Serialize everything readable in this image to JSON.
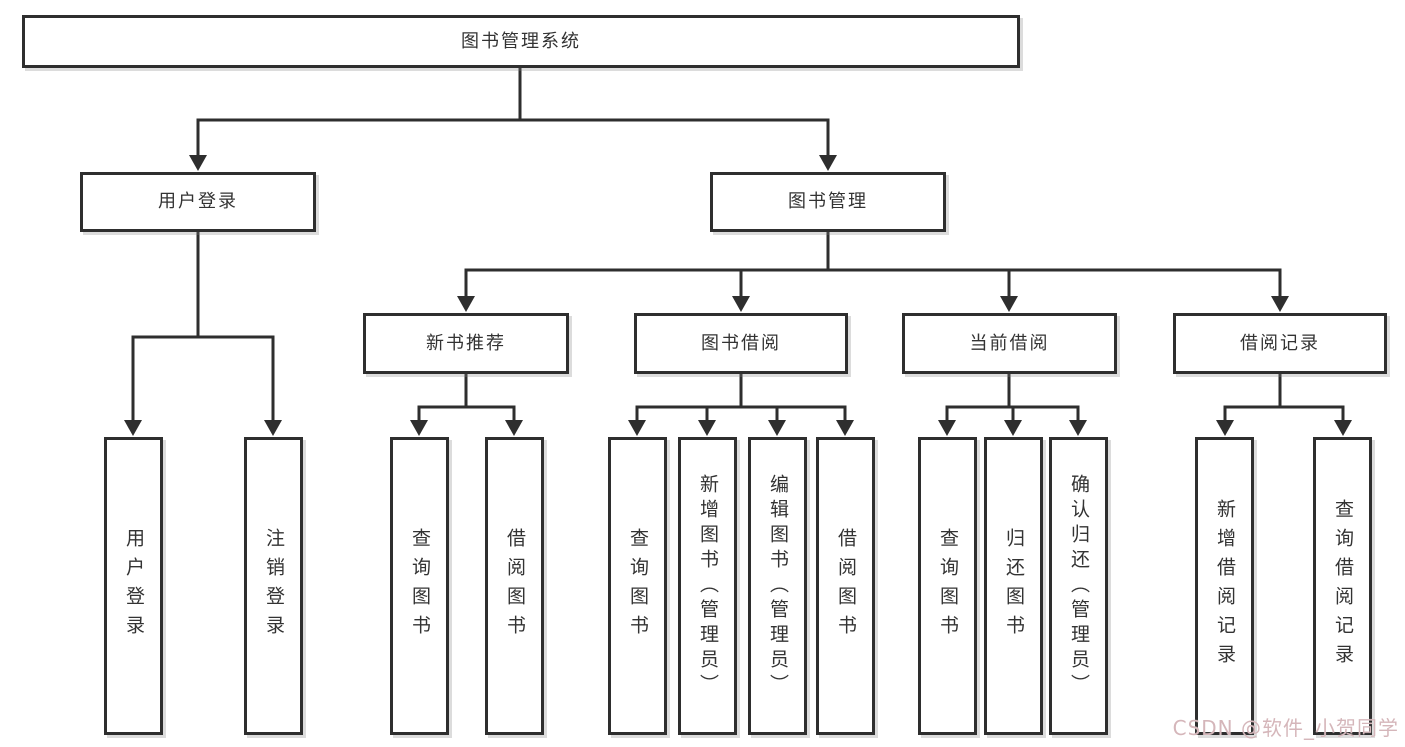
{
  "root": {
    "label": "图书管理系统"
  },
  "level2": {
    "user_login": {
      "label": "用户登录"
    },
    "book_mgmt": {
      "label": "图书管理"
    }
  },
  "level3": {
    "new_books": {
      "label": "新书推荐"
    },
    "book_borrow": {
      "label": "图书借阅"
    },
    "current_borrow": {
      "label": "当前借阅"
    },
    "borrow_records": {
      "label": "借阅记录"
    }
  },
  "leaves": {
    "user_login": [
      "用户登录",
      "注销登录"
    ],
    "new_books": [
      "查询图书",
      "借阅图书"
    ],
    "book_borrow": [
      "查询图书",
      "新增图书（管理员）",
      "编辑图书（管理员）",
      "借阅图书"
    ],
    "current_borrow": [
      "查询图书",
      "归还图书",
      "确认归还（管理员）"
    ],
    "borrow_records": [
      "新增借阅记录",
      "查询借阅记录"
    ]
  },
  "watermark": {
    "text": "CSDN @软件_小贺同学"
  },
  "colors": {
    "line": "#2e2e2e",
    "box_border": "#2e2e2e",
    "text": "#333333",
    "background": "#ffffff",
    "watermark": "#d5b6ba"
  }
}
